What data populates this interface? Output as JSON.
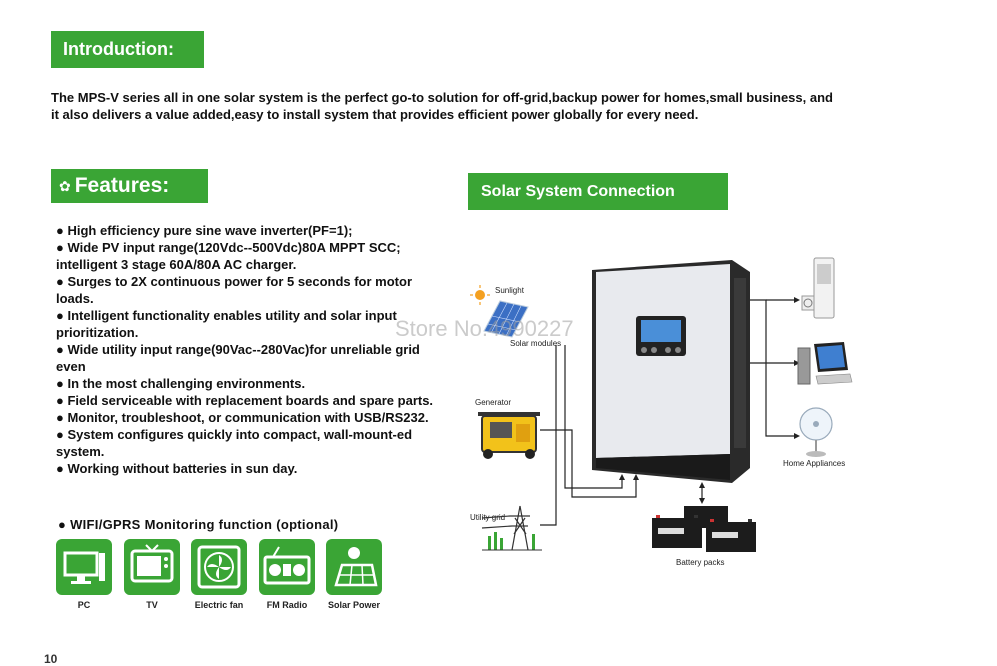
{
  "intro": {
    "title": "Introduction:",
    "body": "The MPS-V series all in one solar system is the perfect go-to solution for off-grid,backup power for homes,small business, and it also delivers a value added,easy to install system that provides efficient power globally for every need."
  },
  "features": {
    "title": "Features:",
    "items": [
      "● High efficiency pure sine wave inverter(PF=1);",
      "● Wide PV input range(120Vdc--500Vdc)80A MPPT SCC; intelligent 3 stage 60A/80A AC charger.",
      "● Surges to 2X continuous power for 5 seconds for motor loads.",
      "● Intelligent functionality enables utility and solar input prioritization.",
      "● Wide utility input range(90Vac--280Vac)for unreliable grid even",
      "● In the most challenging environments.",
      "● Field serviceable with replacement boards and spare parts.",
      "● Monitor, troubleshoot, or communication with USB/RS232.",
      "● System configures quickly into compact, wall-mount-ed system.",
      "● Working without batteries in sun day."
    ],
    "wifi": "● WIFI/GPRS Monitoring function (optional)",
    "apps": [
      {
        "label": "PC",
        "icon": "pc-icon"
      },
      {
        "label": "TV",
        "icon": "tv-icon"
      },
      {
        "label": "Electric fan",
        "icon": "fan-icon"
      },
      {
        "label": "FM Radio",
        "icon": "radio-icon"
      },
      {
        "label": "Solar Power",
        "icon": "solar-power-icon"
      }
    ]
  },
  "diagram": {
    "title": "Solar System Connection",
    "labels": {
      "sunlight": "Sunlight",
      "solar_modules": "Solar modules",
      "generator": "Generator",
      "utility_grid": "Utility grid",
      "battery_packs": "Battery packs",
      "home_appliances": "Home Appliances"
    },
    "watermark": "Store No.4990227"
  },
  "colors": {
    "accent": "#3aa535"
  },
  "page_number": "10"
}
